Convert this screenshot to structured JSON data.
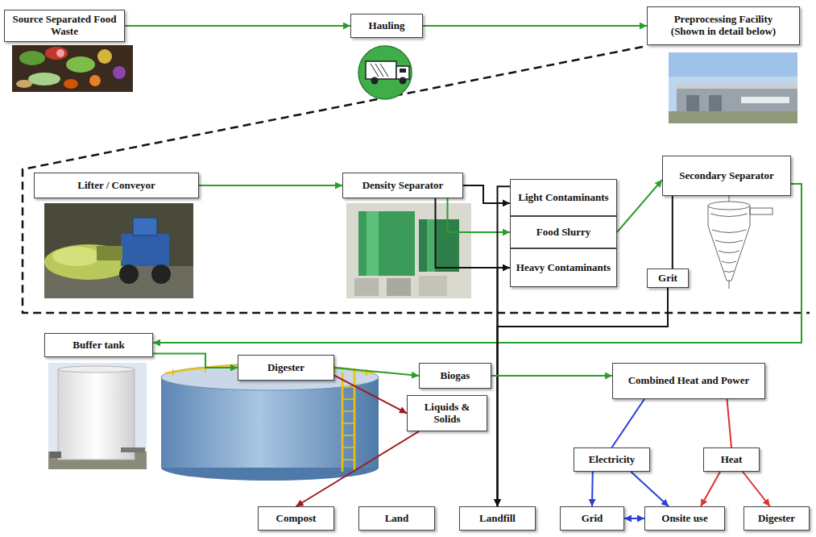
{
  "diagram": {
    "nodes": [
      {
        "text": [
          "Source Separated Food Waste"
        ]
      },
      {
        "text": [
          "Hauling"
        ]
      },
      {
        "text": [
          "Preprocessing Facility",
          "(Shown in detail below)"
        ]
      },
      {
        "text": [
          "Secondary Separator"
        ]
      },
      {
        "text": [
          "Lifter / Conveyor"
        ]
      },
      {
        "text": [
          "Density Separator"
        ]
      },
      {
        "text": [
          "Light Contaminants"
        ]
      },
      {
        "text": [
          "Food Slurry"
        ]
      },
      {
        "text": [
          "Heavy Contaminants"
        ]
      },
      {
        "text": [
          "Grit"
        ]
      },
      {
        "text": [
          "Buffer tank"
        ]
      },
      {
        "text": [
          "Digester"
        ]
      },
      {
        "text": [
          "Biogas"
        ]
      },
      {
        "text": [
          "Combined Heat and Power"
        ]
      },
      {
        "text": [
          "Liquids & Solids"
        ]
      },
      {
        "text": [
          "Electricity"
        ]
      },
      {
        "text": [
          "Heat"
        ]
      },
      {
        "text": [
          "Compost"
        ]
      },
      {
        "text": [
          "Land"
        ]
      },
      {
        "text": [
          "Landfill"
        ]
      },
      {
        "text": [
          "Grid"
        ]
      },
      {
        "text": [
          "Onsite use"
        ]
      },
      {
        "text": [
          "Digester"
        ]
      }
    ],
    "edges": [
      {
        "from": 0,
        "to": 1,
        "arrow": "to"
      },
      {
        "from": 1,
        "to": 2,
        "arrow": "to"
      },
      {
        "from": 4,
        "to": 5,
        "arrow": "to"
      },
      {
        "from": 5,
        "to": 6,
        "arrow": "to"
      },
      {
        "from": 5,
        "to": 7,
        "arrow": "to"
      },
      {
        "from": 5,
        "to": 8,
        "arrow": "to"
      },
      {
        "from": 7,
        "to": 3,
        "arrow": "to"
      },
      {
        "from": 3,
        "to": 9,
        "arrow": "none"
      },
      {
        "from": 3,
        "to": 10,
        "arrow": "to"
      },
      {
        "from": 6,
        "to": 19,
        "arrow": "to"
      },
      {
        "from": 8,
        "to": 19,
        "arrow": "to"
      },
      {
        "from": 9,
        "to": 19,
        "arrow": "to"
      },
      {
        "from": 10,
        "to": 11,
        "arrow": "to"
      },
      {
        "from": 11,
        "to": 12,
        "arrow": "to"
      },
      {
        "from": 11,
        "to": 14,
        "arrow": "to"
      },
      {
        "from": 12,
        "to": 13,
        "arrow": "to"
      },
      {
        "from": 13,
        "to": 15,
        "arrow": "none"
      },
      {
        "from": 13,
        "to": 16,
        "arrow": "none"
      },
      {
        "from": 14,
        "to": 17,
        "arrow": "to"
      },
      {
        "from": 15,
        "to": 20,
        "arrow": "to"
      },
      {
        "from": 15,
        "to": 21,
        "arrow": "to"
      },
      {
        "from": 16,
        "to": 21,
        "arrow": "to"
      },
      {
        "from": 16,
        "to": 22,
        "arrow": "to"
      },
      {
        "from": 20,
        "to": 21,
        "arrow": "both"
      }
    ]
  }
}
